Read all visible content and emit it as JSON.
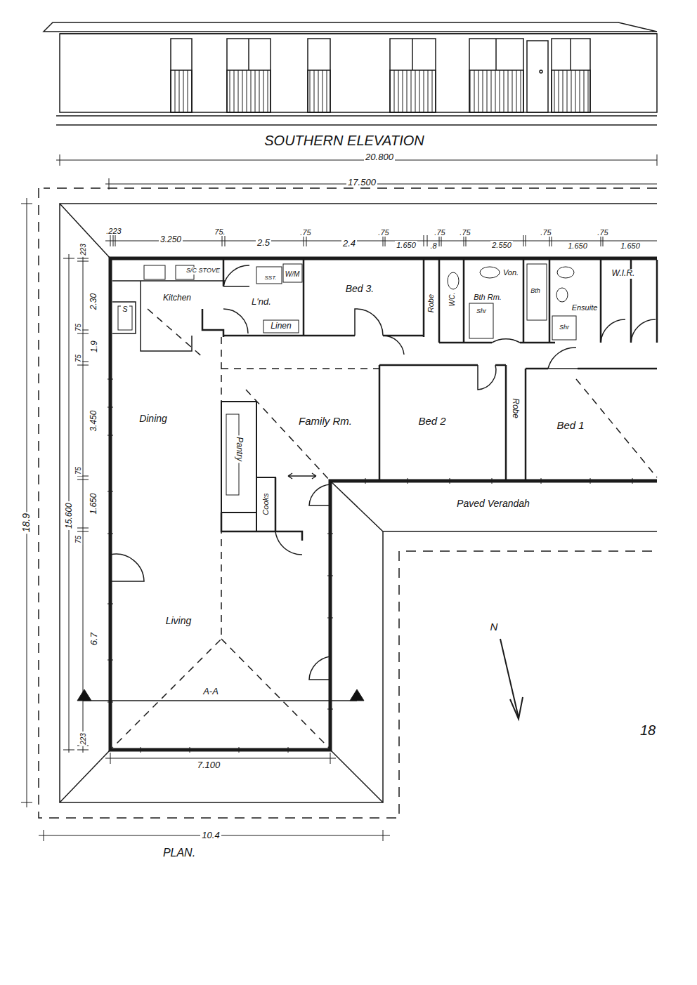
{
  "diagram": {
    "labels": [
      "SOUTHERN ELEVATION",
      "20.800",
      "17.500",
      ".223",
      "3.250",
      "75.",
      "2.5",
      ".75",
      "2.4",
      ".75",
      "1.650",
      ".75",
      ".8",
      ".75",
      "2.550",
      ".75",
      "1.650",
      ".75",
      "1.650",
      "223",
      "2.30",
      "75",
      "1.9",
      "75",
      "3.450",
      "75",
      "1.650",
      "75",
      "15.600",
      "18.9",
      "6.7",
      "223",
      "7.100",
      "10.4",
      "PLAN.",
      "S/C STOVE",
      "Kitchen",
      "S",
      "L'nd.",
      "SST.",
      "W/M",
      "Linen",
      "Bed 3.",
      "Robe",
      "WC.",
      "Von.",
      "Bth Rm.",
      "Bth",
      "Shr",
      "Shr",
      "Ensuite",
      "W.I.R.",
      "Dining",
      "Pantry",
      "Family Rm.",
      "Bed 2",
      "Robe",
      "Bed 1",
      "Cooks",
      "Paved Verandah",
      "Living",
      "A-A",
      "N",
      "18"
    ]
  }
}
